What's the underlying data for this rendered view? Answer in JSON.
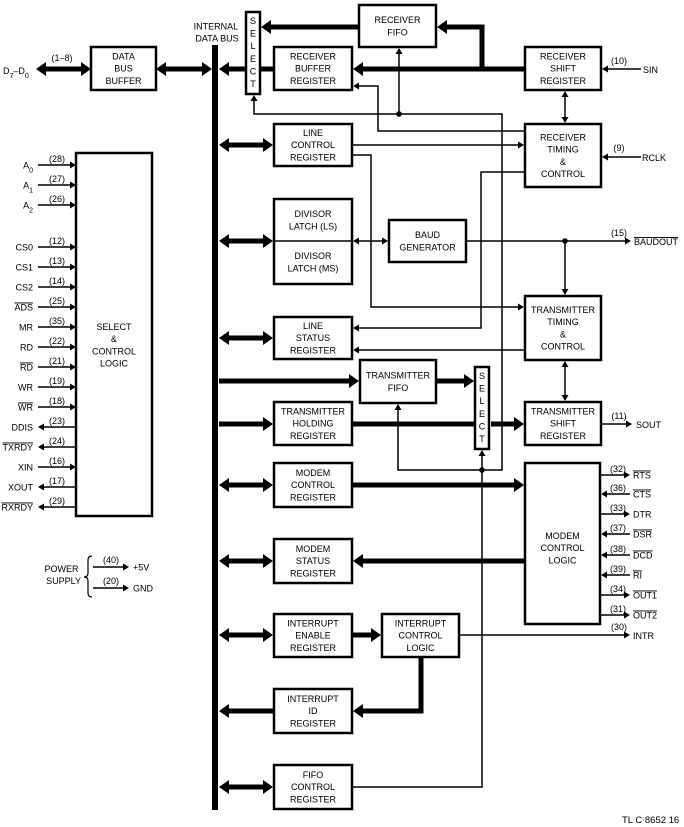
{
  "diagram": {
    "bus_label": [
      "INTERNAL",
      "DATA BUS"
    ],
    "figure_id": "TL C 8652  16"
  },
  "select_label": [
    "S",
    "E",
    "L",
    "E",
    "C",
    "T"
  ],
  "blocks": {
    "data_bus_buffer": [
      "DATA",
      "BUS",
      "BUFFER"
    ],
    "receiver_fifo": [
      "RECEIVER",
      "FIFO"
    ],
    "receiver_buffer_register": [
      "RECEIVER",
      "BUFFER",
      "REGISTER"
    ],
    "receiver_shift_register": [
      "RECEIVER",
      "SHIFT",
      "REGISTER"
    ],
    "line_control_register": [
      "LINE",
      "CONTROL",
      "REGISTER"
    ],
    "receiver_timing_control": [
      "RECEIVER",
      "TIMING",
      "&",
      "CONTROL"
    ],
    "divisor_latch_ls": [
      "DIVISOR",
      "LATCH (LS)"
    ],
    "divisor_latch_ms": [
      "DIVISOR",
      "LATCH (MS)"
    ],
    "baud_generator": [
      "BAUD",
      "GENERATOR"
    ],
    "line_status_register": [
      "LINE",
      "STATUS",
      "REGISTER"
    ],
    "transmitter_timing_control": [
      "TRANSMITTER",
      "TIMING",
      "&",
      "CONTROL"
    ],
    "transmitter_fifo": [
      "TRANSMITTER",
      "FIFO"
    ],
    "transmitter_holding_register": [
      "TRANSMITTER",
      "HOLDING",
      "REGISTER"
    ],
    "transmitter_shift_register": [
      "TRANSMITTER",
      "SHIFT",
      "REGISTER"
    ],
    "modem_control_register": [
      "MODEM",
      "CONTROL",
      "REGISTER"
    ],
    "modem_status_register": [
      "MODEM",
      "STATUS",
      "REGISTER"
    ],
    "modem_control_logic": [
      "MODEM",
      "CONTROL",
      "LOGIC"
    ],
    "interrupt_enable_register": [
      "INTERRUPT",
      "ENABLE",
      "REGISTER"
    ],
    "interrupt_control_logic": [
      "INTERRUPT",
      "CONTROL",
      "LOGIC"
    ],
    "interrupt_id_register": [
      "INTERRUPT",
      "ID",
      "REGISTER"
    ],
    "fifo_control_register": [
      "FIFO",
      "CONTROL",
      "REGISTER"
    ],
    "select_control_logic": [
      "SELECT",
      "&",
      "CONTROL",
      "LOGIC"
    ]
  },
  "external_bus": {
    "name_a": "D",
    "sub_a": "7",
    "separator": "–",
    "name_b": "D",
    "sub_b": "0",
    "pins": "(1–8)"
  },
  "left_pins": [
    {
      "name": "A",
      "sub": "0",
      "pin": "(28)",
      "dir": "in",
      "active_low": false
    },
    {
      "name": "A",
      "sub": "1",
      "pin": "(27)",
      "dir": "in",
      "active_low": false
    },
    {
      "name": "A",
      "sub": "2",
      "pin": "(26)",
      "dir": "in",
      "active_low": false
    },
    {
      "name": "CS0",
      "pin": "(12)",
      "dir": "in",
      "active_low": false
    },
    {
      "name": "CS1",
      "pin": "(13)",
      "dir": "in",
      "active_low": false
    },
    {
      "name": "CS2",
      "pin": "(14)",
      "dir": "in",
      "active_low": false
    },
    {
      "name": "ADS",
      "pin": "(25)",
      "dir": "in",
      "active_low": true
    },
    {
      "name": "MR",
      "pin": "(35)",
      "dir": "in",
      "active_low": false
    },
    {
      "name": "RD",
      "pin": "(22)",
      "dir": "in",
      "active_low": false
    },
    {
      "name": "RD",
      "pin": "(21)",
      "dir": "in",
      "active_low": true
    },
    {
      "name": "WR",
      "pin": "(19)",
      "dir": "in",
      "active_low": false
    },
    {
      "name": "WR",
      "pin": "(18)",
      "dir": "in",
      "active_low": true
    },
    {
      "name": "DDIS",
      "pin": "(23)",
      "dir": "out",
      "active_low": false
    },
    {
      "name": "TXRDY",
      "pin": "(24)",
      "dir": "out",
      "active_low": true
    },
    {
      "name": "XIN",
      "pin": "(16)",
      "dir": "in",
      "active_low": false
    },
    {
      "name": "XOUT",
      "pin": "(17)",
      "dir": "out",
      "active_low": false
    },
    {
      "name": "RXRDY",
      "pin": "(29)",
      "dir": "out",
      "active_low": true
    }
  ],
  "modem_pins": [
    {
      "name": "RTS",
      "pin": "(32)",
      "dir": "out",
      "active_low": true
    },
    {
      "name": "CTS",
      "pin": "(36)",
      "dir": "in",
      "active_low": true
    },
    {
      "name": "DTR",
      "pin": "(33)",
      "dir": "out",
      "active_low": false
    },
    {
      "name": "DSR",
      "pin": "(37)",
      "dir": "in",
      "active_low": true
    },
    {
      "name": "DCD",
      "pin": "(38)",
      "dir": "in",
      "active_low": true
    },
    {
      "name": "RI",
      "pin": "(39)",
      "dir": "in",
      "active_low": true
    },
    {
      "name": "OUT1",
      "pin": "(34)",
      "dir": "out",
      "active_low": true
    },
    {
      "name": "OUT2",
      "pin": "(31)",
      "dir": "out",
      "active_low": true
    }
  ],
  "serial_pins": {
    "sin": {
      "name": "SIN",
      "pin": "(10)",
      "dir": "in",
      "active_low": false
    },
    "rclk": {
      "name": "RCLK",
      "pin": "(9)",
      "dir": "in",
      "active_low": false
    },
    "baudout": {
      "name": "BAUDOUT",
      "pin": "(15)",
      "dir": "out",
      "active_low": true
    },
    "sout": {
      "name": "SOUT",
      "pin": "(11)",
      "dir": "out",
      "active_low": false
    },
    "intr": {
      "name": "INTR",
      "pin": "(30)",
      "dir": "out",
      "active_low": false
    }
  },
  "power_supply": {
    "label": [
      "POWER",
      "SUPPLY"
    ],
    "pins": [
      {
        "pin": "(40)",
        "name": "+5V"
      },
      {
        "pin": "(20)",
        "name": "GND"
      }
    ]
  }
}
